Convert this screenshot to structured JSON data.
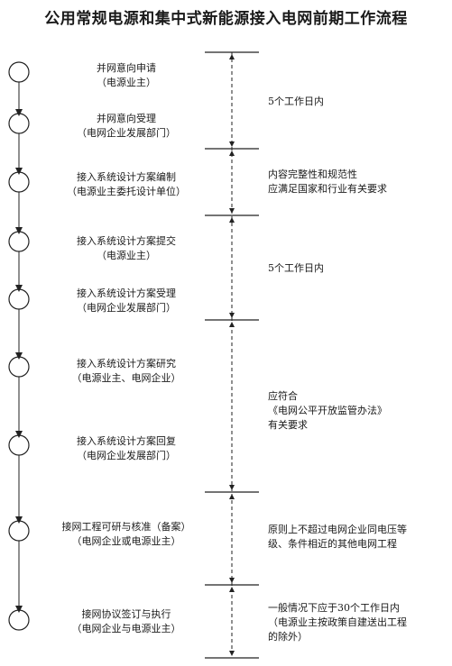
{
  "title": "公用常规电源和集中式新能源接入电网前期工作流程",
  "steps": [
    {
      "line1": "并网意向申请",
      "line2": "（电源业主）"
    },
    {
      "line1": "并网意向受理",
      "line2": "（电网企业发展部门）"
    },
    {
      "line1": "接入系统设计方案编制",
      "line2": "（电源业主委托设计单位）"
    },
    {
      "line1": "接入系统设计方案提交",
      "line2": "（电源业主）"
    },
    {
      "line1": "接入系统设计方案受理",
      "line2": "（电网企业发展部门）"
    },
    {
      "line1": "接入系统设计方案研究",
      "line2": "（电源业主、电网企业）"
    },
    {
      "line1": "接入系统设计方案回复",
      "line2": "（电网企业发展部门）"
    },
    {
      "line1": "接网工程可研与核准（备案）",
      "line2": "（电网企业或电源业主）"
    },
    {
      "line1": "接网协议签订与执行",
      "line2": "（电网企业与电源业主）"
    }
  ],
  "notes": [
    {
      "lines": [
        "5个工作日内"
      ]
    },
    {
      "lines": [
        "内容完整性和规范性",
        "应满足国家和行业有关要求"
      ]
    },
    {
      "lines": [
        "5个工作日内"
      ]
    },
    {
      "lines": [
        "应符合",
        "《电网公平开放监管办法》",
        "有关要求"
      ]
    },
    {
      "lines": [
        "原则上不超过电网企业同电压等",
        "级、条件相近的其他电网工程"
      ]
    },
    {
      "lines": [
        "一般情况下应于30个工作日内",
        "（电源业主按政策自建送出工程",
        "的除外）"
      ]
    }
  ]
}
